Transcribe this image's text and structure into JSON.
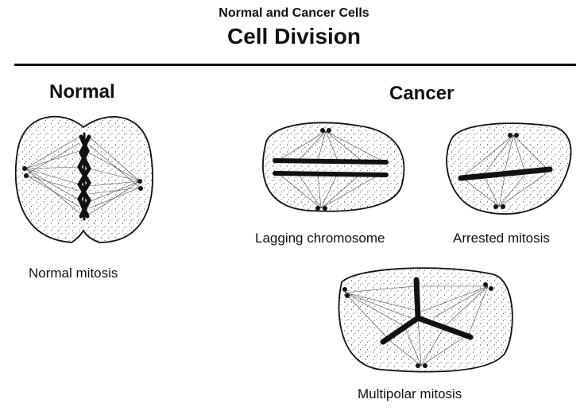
{
  "header": {
    "supertitle": "Normal and Cancer Cells",
    "title": "Cell Division"
  },
  "sections": {
    "normal": "Normal",
    "cancer": "Cancer"
  },
  "cells": [
    {
      "id": "normal",
      "caption": "Normal mitosis"
    },
    {
      "id": "lagging",
      "caption": "Lagging chromosome"
    },
    {
      "id": "arrested",
      "caption": "Arrested mitosis"
    },
    {
      "id": "multipolar",
      "caption": "Multipolar mitosis"
    }
  ],
  "colors": {
    "ink": "#111111",
    "background": "#ffffff"
  }
}
